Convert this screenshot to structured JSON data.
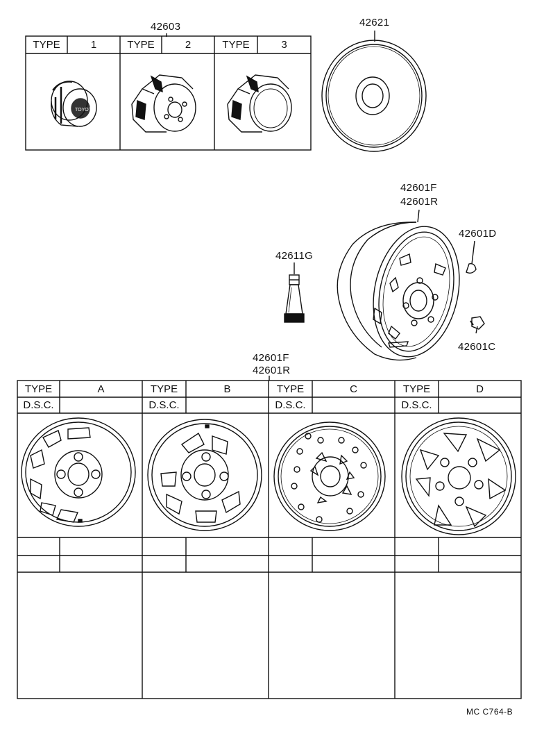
{
  "part_numbers": {
    "hub_cap": "42603",
    "wheel_cover": "42621",
    "disc_wheel_f": "42601F",
    "disc_wheel_r": "42601R",
    "valve": "42611G",
    "weight": "42601D",
    "nut": "42601C"
  },
  "cap_table": {
    "type_label": "TYPE",
    "types": [
      "1",
      "2",
      "3"
    ]
  },
  "wheel_table": {
    "type_label": "TYPE",
    "dsc_label": "D.S.C.",
    "types": [
      "A",
      "B",
      "C",
      "D"
    ]
  },
  "diagram_code": "MC  C764-B",
  "colors": {
    "ink": "#111111",
    "paper": "#ffffff"
  }
}
